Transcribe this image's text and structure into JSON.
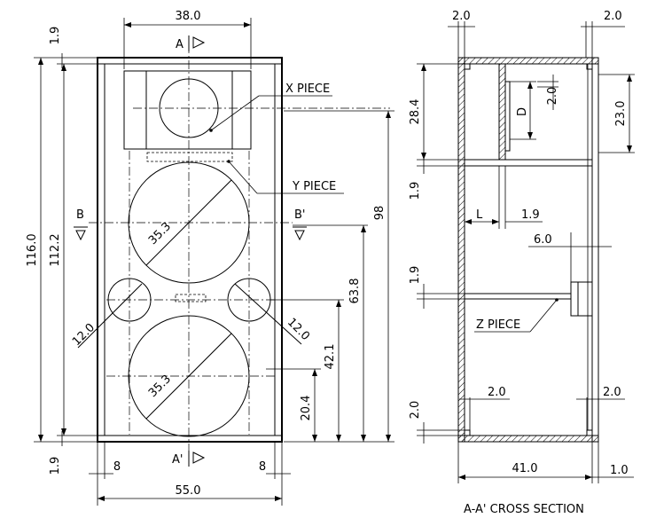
{
  "front_view": {
    "dims": {
      "width_top": "38.0",
      "width_bottom": "55.0",
      "height_outer": "116.0",
      "height_inner": "112.2",
      "height_98": "98",
      "height_63": "63.8",
      "height_42": "42.1",
      "height_20": "20.4",
      "board_top": "1.9",
      "board_bottom": "1.9",
      "side_left": "8",
      "side_right": "8",
      "woofer_upper": "35.3",
      "woofer_lower": "35.3",
      "port_left": "12.0",
      "port_right": "12.0"
    },
    "labels": {
      "section_a": "A",
      "section_a_prime": "A'",
      "section_b": "B",
      "section_b_prime": "B'",
      "x_piece": "X PIECE",
      "y_piece": "Y PIECE"
    }
  },
  "section_view": {
    "dims": {
      "top_left": "2.0",
      "top_right": "2.0",
      "d_label": "D",
      "d_val": "2.0",
      "height_28": "28.4",
      "height_23": "23.0",
      "shelf_1": "1.9",
      "shelf_2": "1.9",
      "l_label": "L",
      "l_val": "1.9",
      "z_thick": "6.0",
      "bottom_left": "2.0",
      "bottom_mid": "2.0",
      "bottom_right": "2.0",
      "depth": "41.0",
      "back": "1.0"
    },
    "labels": {
      "z_piece": "Z PIECE",
      "caption": "A-A' CROSS SECTION"
    }
  }
}
